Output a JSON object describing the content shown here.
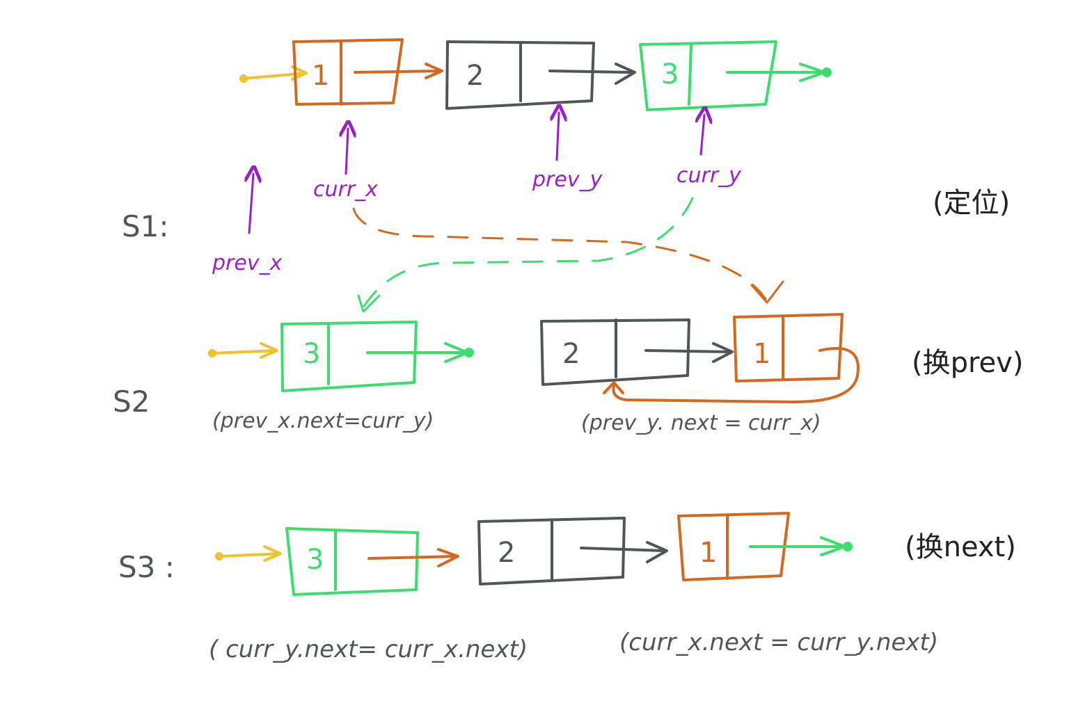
{
  "colors": {
    "orange": "#d2691e",
    "gray": "#505658",
    "green": "#3ddc6e",
    "yellow": "#f2c12e",
    "purple": "#9b1fc7"
  },
  "steps": {
    "s1": "S1:",
    "s2": "S2",
    "s3": "S3 :"
  },
  "annotations": {
    "s1": "(定位)",
    "s2": "(换prev)",
    "s3": "(换next)"
  },
  "pointers": {
    "prev_x": "prev_x",
    "curr_x": "curr_x",
    "prev_y": "prev_y",
    "curr_y": "curr_y"
  },
  "nodes": {
    "n1": "1",
    "n2": "2",
    "n3": "3"
  },
  "code": {
    "s2_left": "(prev_x.next=curr_y)",
    "s2_right": "(prev_y. next = curr_x)",
    "s3_left": "( curr_y.next= curr_x.next)",
    "s3_right": "(curr_x.next = curr_y.next)"
  }
}
